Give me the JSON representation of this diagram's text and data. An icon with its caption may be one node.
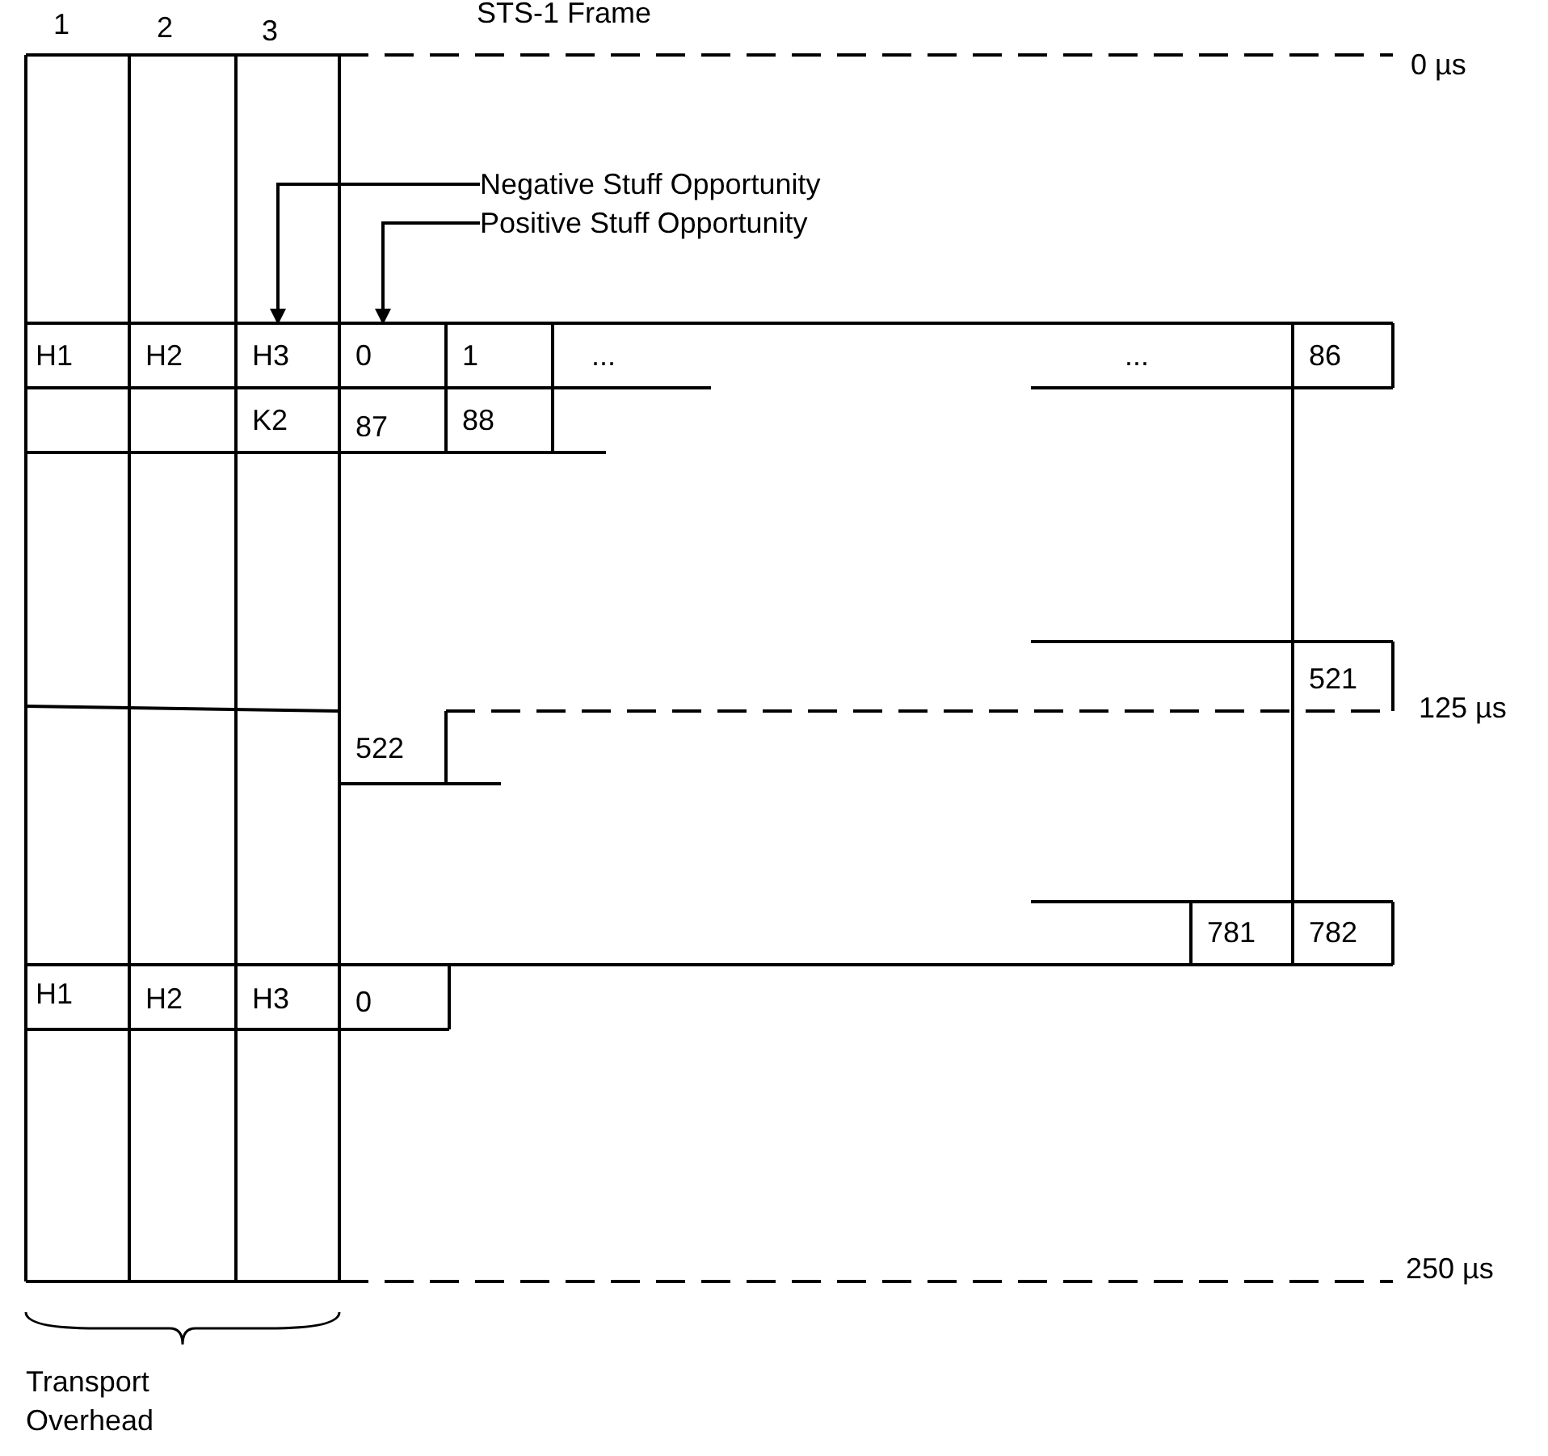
{
  "diagram": {
    "title": "STS-1 Frame",
    "nodes": [
      {
        "text": [
          "Negative Stuff Opportunity"
        ]
      },
      {
        "text": [
          "Positive Stuff Opportunity"
        ]
      },
      {
        "text": [
          "H1"
        ]
      },
      {
        "text": [
          "H2"
        ]
      },
      {
        "text": [
          "H3"
        ]
      },
      {
        "text": [
          "0"
        ]
      },
      {
        "text": [
          "1"
        ]
      },
      {
        "text": [
          "..."
        ]
      },
      {
        "text": [
          "..."
        ]
      },
      {
        "text": [
          "86"
        ]
      },
      {
        "text": [
          "K2"
        ]
      },
      {
        "text": [
          "87"
        ]
      },
      {
        "text": [
          "88"
        ]
      },
      {
        "text": [
          "521"
        ]
      },
      {
        "text": [
          "522"
        ]
      },
      {
        "text": [
          "781"
        ]
      },
      {
        "text": [
          "782"
        ]
      },
      {
        "text": [
          "H1"
        ]
      },
      {
        "text": [
          "H2"
        ]
      },
      {
        "text": [
          "H3"
        ]
      },
      {
        "text": [
          "0"
        ]
      }
    ],
    "edges": [
      {
        "from": 0,
        "to": 4,
        "arrow": "to"
      },
      {
        "from": 1,
        "to": 5,
        "arrow": "to"
      }
    ],
    "labels": [
      "1",
      "2",
      "3",
      "0 µs",
      "125 µs",
      "250 µs",
      "Transport Overhead"
    ]
  }
}
